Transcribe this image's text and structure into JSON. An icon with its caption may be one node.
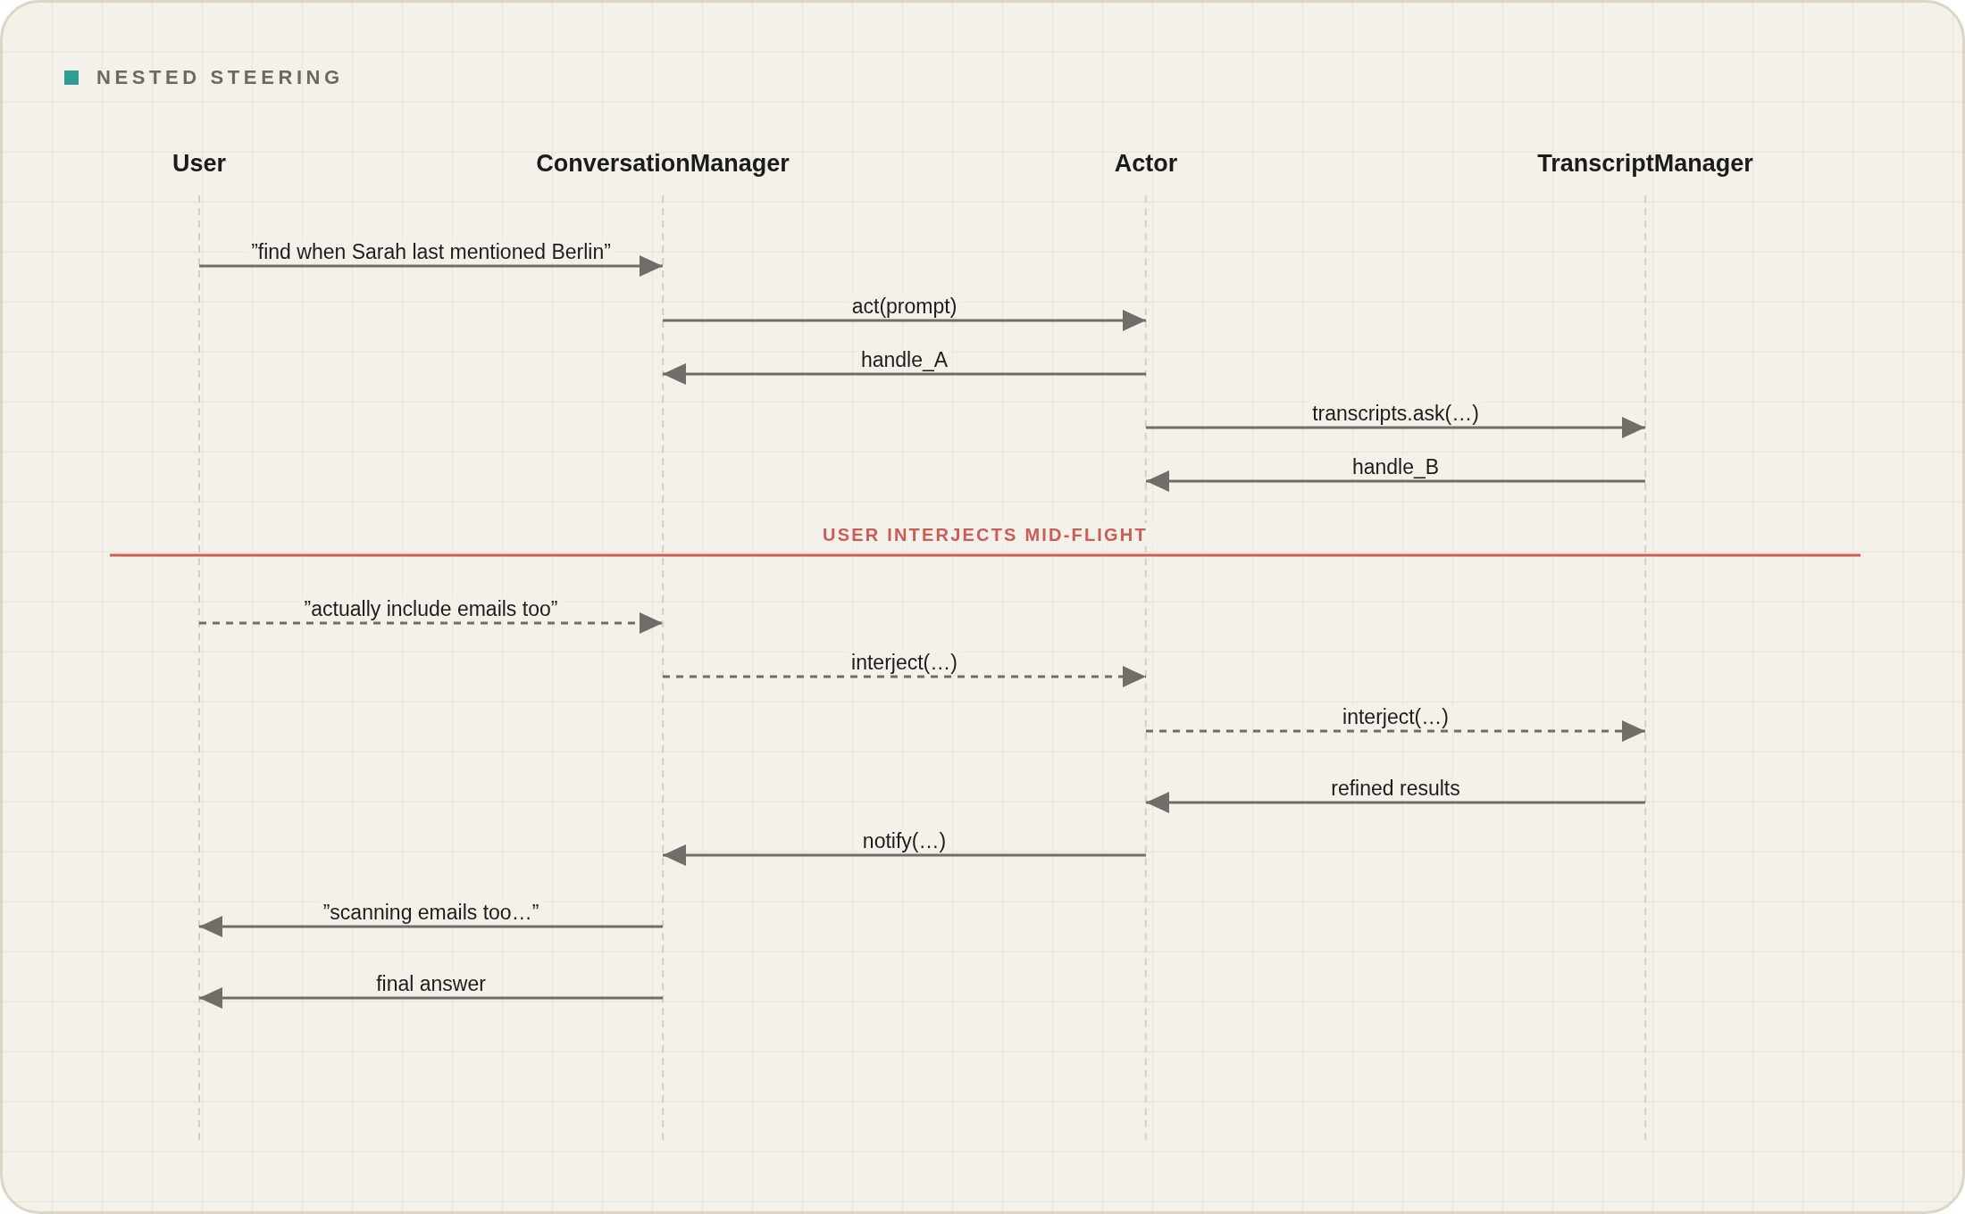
{
  "diagram": {
    "title": "NESTED STEERING",
    "nodes": [
      {
        "text": [
          "User"
        ]
      },
      {
        "text": [
          "ConversationManager"
        ]
      },
      {
        "text": [
          "Actor"
        ]
      },
      {
        "text": [
          "TranscriptManager"
        ]
      }
    ],
    "edges": [
      {
        "from": 0,
        "to": 1,
        "arrow": "to",
        "label": "”find when Sarah last mentioned Berlin”"
      },
      {
        "from": 1,
        "to": 2,
        "arrow": "to",
        "label": "act(prompt)"
      },
      {
        "from": 2,
        "to": 1,
        "arrow": "to",
        "label": "handle_A"
      },
      {
        "from": 2,
        "to": 3,
        "arrow": "to",
        "label": "transcripts.ask(…)"
      },
      {
        "from": 3,
        "to": 2,
        "arrow": "to",
        "label": "handle_B"
      },
      {
        "from": 0,
        "to": 1,
        "arrow": "to",
        "label": "”actually include emails too”",
        "style": "dashed"
      },
      {
        "from": 1,
        "to": 2,
        "arrow": "to",
        "label": "interject(…)",
        "style": "dashed"
      },
      {
        "from": 2,
        "to": 3,
        "arrow": "to",
        "label": "interject(…)",
        "style": "dashed"
      },
      {
        "from": 3,
        "to": 2,
        "arrow": "to",
        "label": "refined results"
      },
      {
        "from": 2,
        "to": 1,
        "arrow": "to",
        "label": "notify(…)"
      },
      {
        "from": 1,
        "to": 0,
        "arrow": "to",
        "label": "”scanning emails too…”"
      },
      {
        "from": 1,
        "to": 0,
        "arrow": "to",
        "label": "final answer"
      }
    ],
    "labels": [
      "USER INTERJECTS MID-FLIGHT"
    ]
  }
}
